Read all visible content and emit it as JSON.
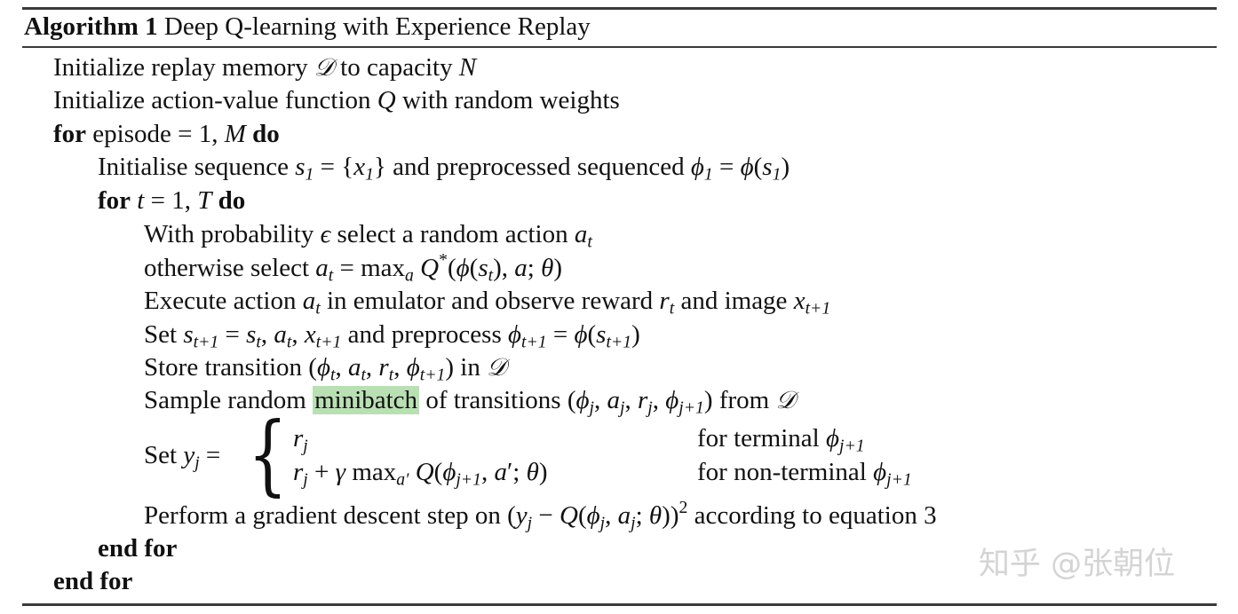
{
  "caption": {
    "label": "Algorithm 1",
    "title": "Deep Q-learning with Experience Replay"
  },
  "watermark": "知乎 @张朝位",
  "colors": {
    "highlight": "#b9e0b3",
    "rule": "#3a3a3a"
  },
  "text": {
    "init_memory_a": "Initialize replay memory ",
    "init_memory_b": " to capacity ",
    "init_q_a": "Initialize action-value function ",
    "init_q_b": " with random weights",
    "kw_for": "for",
    "kw_do": "do",
    "kw_end_for": "end for",
    "episode_a": "episode = 1, ",
    "init_seq_a": "Initialise sequence ",
    "init_seq_b": " and preprocessed sequenced ",
    "prob_a": "With probability ",
    "prob_b": " select a random action ",
    "otherwise_a": "otherwise select ",
    "execute_a": "Execute action ",
    "execute_b": " in emulator and observe reward ",
    "execute_c": " and image ",
    "set_a": "Set ",
    "set_b": " and preprocess ",
    "store_a": "Store transition ",
    "store_b": " in ",
    "sample_a": "Sample random ",
    "sample_hl": "minibatch",
    "sample_b": " of transitions ",
    "sample_c": " from ",
    "set_y": "Set ",
    "case1_cond": "for terminal ",
    "case2_cond": "for non-terminal ",
    "gd_a": "Perform a gradient descent step on ",
    "gd_b": " according to equation 3"
  }
}
